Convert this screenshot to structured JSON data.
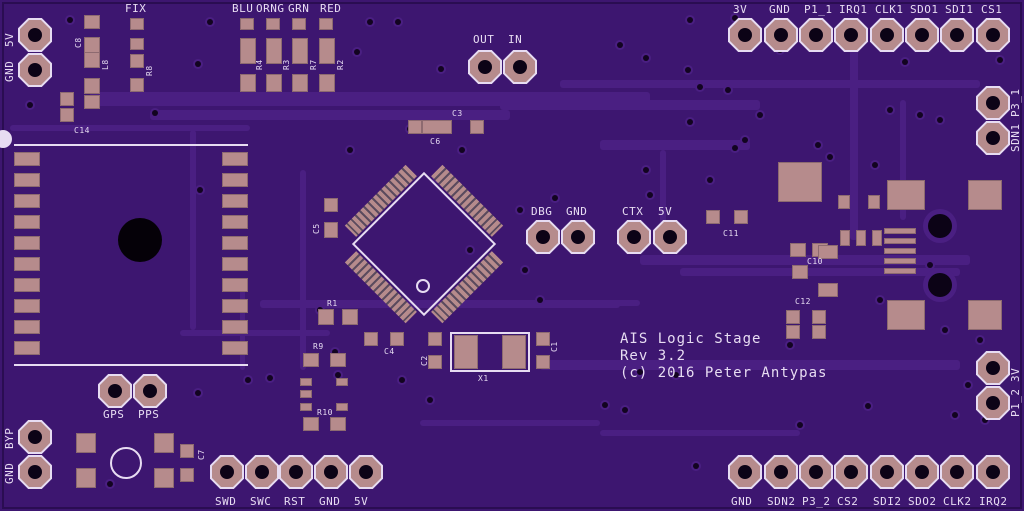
{
  "board": {
    "colors": {
      "soldermask": "#3d1670",
      "copper_pad": "#b68b8c",
      "silkscreen": "#e7dcf2",
      "trace": "#4a1f82"
    },
    "title_block": {
      "line1": "AIS Logic Stage",
      "line2": "Rev 3.2",
      "line3": "(c) 2016 Peter Antypas"
    },
    "headers": {
      "top_right": [
        "3V",
        "GND",
        "P1_1",
        "IRQ1",
        "CLK1",
        "SDO1",
        "SDI1",
        "CS1"
      ],
      "bottom_right": [
        "GND",
        "SDN2",
        "P3_2",
        "CS2",
        "SDI2",
        "SDO2",
        "CLK2",
        "IRQ2"
      ],
      "bottom_left": [
        "SWD",
        "SWC",
        "RST",
        "GND",
        "5V"
      ],
      "left_power": [
        "5V",
        "GND"
      ],
      "left_bypass": [
        "BYP",
        "GND"
      ],
      "gps": [
        "GPS",
        "PPS"
      ],
      "rf": [
        "OUT",
        "IN"
      ],
      "debug": [
        "DBG",
        "GND"
      ],
      "ctx": [
        "CTX",
        "5V"
      ],
      "right_upper": [
        "P3_1",
        "SDN1"
      ],
      "right_lower": [
        "3V",
        "P1_2"
      ]
    },
    "led_labels": [
      "FIX",
      "BLU",
      "ORNG",
      "GRN",
      "RED"
    ],
    "component_refs": {
      "c8": "C8",
      "l8": "L8",
      "r8": "R8",
      "c14": "C14",
      "r4": "R4",
      "r3": "R3",
      "r7": "R7",
      "r2": "R2",
      "c3": "C3",
      "c6": "C6",
      "c5": "C5",
      "r1": "R1",
      "c4": "C4",
      "r9": "R9",
      "r10": "R10",
      "c2": "C2",
      "c1": "C1",
      "x1": "X1",
      "c11": "C11",
      "c12": "C12",
      "c10": "C10",
      "c7": "C7"
    }
  }
}
